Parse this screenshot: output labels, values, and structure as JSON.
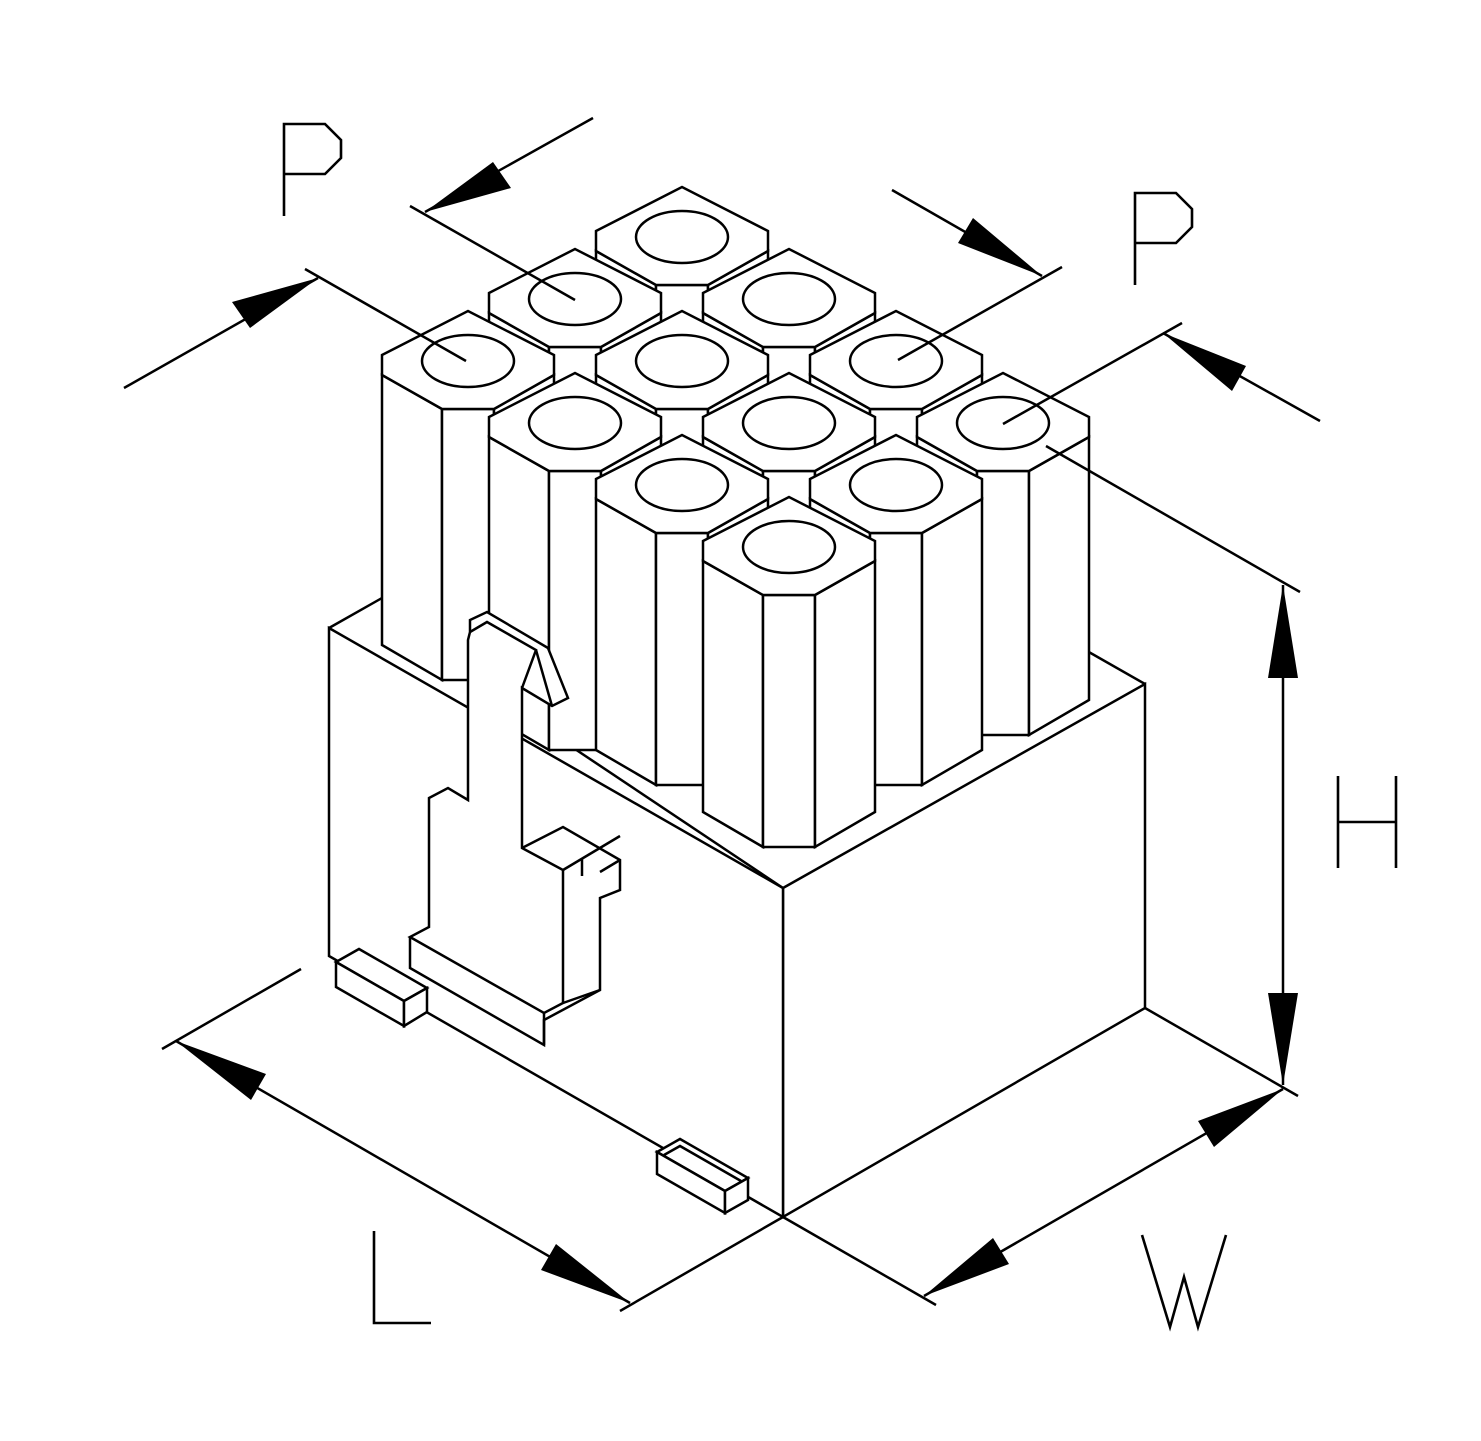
{
  "dimensions": {
    "pitch_row": "P",
    "pitch_col": "P",
    "height": "H",
    "length": "L",
    "width": "W"
  },
  "connector": {
    "rows": 3,
    "columns": 4
  },
  "colors": {
    "stroke": "#000000",
    "background": "#ffffff"
  }
}
